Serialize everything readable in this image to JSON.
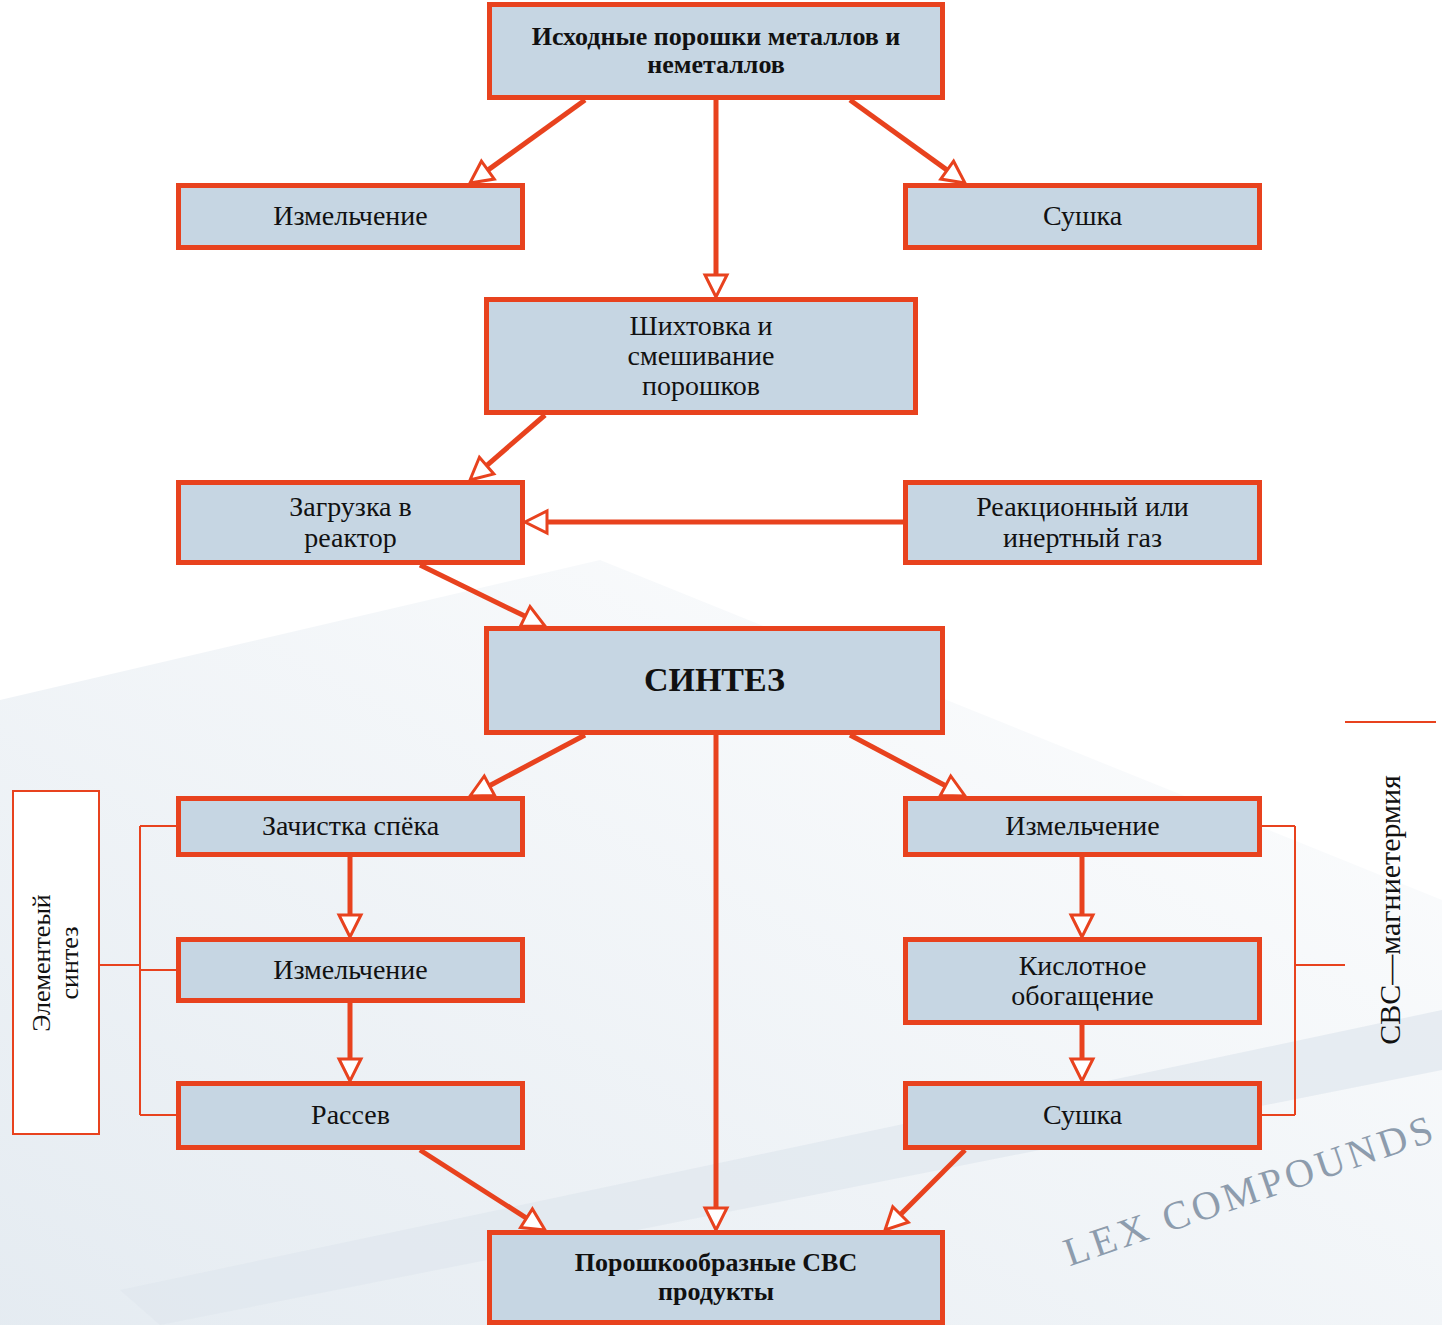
{
  "diagram": {
    "nodes": [
      {
        "text": [
          "Исходные порошки металлов и неметаллов"
        ]
      },
      {
        "text": [
          "Измельчение"
        ]
      },
      {
        "text": [
          "Сушка"
        ]
      },
      {
        "text": [
          "Шихтовка и смешивание порошков"
        ]
      },
      {
        "text": [
          "Загрузка в реактор"
        ]
      },
      {
        "text": [
          "Реакционный или инертный газ"
        ]
      },
      {
        "text": [
          "СИНТЕЗ"
        ]
      },
      {
        "text": [
          "Элементеый синтез"
        ]
      },
      {
        "text": [
          "Зачистка спёка"
        ]
      },
      {
        "text": [
          "Измельчение"
        ]
      },
      {
        "text": [
          "Измельчение"
        ]
      },
      {
        "text": [
          "Кислотное обогащение"
        ]
      },
      {
        "text": [
          "Рассев"
        ]
      },
      {
        "text": [
          "Сушка"
        ]
      },
      {
        "text": [
          "Порошкообразные СВС продукты"
        ]
      }
    ],
    "edges": [
      {
        "from": 0,
        "to": 1,
        "arrow": "to"
      },
      {
        "from": 0,
        "to": 3,
        "arrow": "to"
      },
      {
        "from": 0,
        "to": 2,
        "arrow": "to"
      },
      {
        "from": 3,
        "to": 4,
        "arrow": "to"
      },
      {
        "from": 5,
        "to": 4,
        "arrow": "to"
      },
      {
        "from": 4,
        "to": 6,
        "arrow": "to"
      },
      {
        "from": 6,
        "to": 8,
        "arrow": "to"
      },
      {
        "from": 6,
        "to": 14,
        "arrow": "to"
      },
      {
        "from": 6,
        "to": 9,
        "arrow": "to"
      },
      {
        "from": 8,
        "to": 10,
        "arrow": "to"
      },
      {
        "from": 10,
        "to": 12,
        "arrow": "to"
      },
      {
        "from": 12,
        "to": 14,
        "arrow": "to"
      },
      {
        "from": 9,
        "to": 11,
        "arrow": "to"
      },
      {
        "from": 11,
        "to": 13,
        "arrow": "to"
      },
      {
        "from": 13,
        "to": 14,
        "arrow": "to"
      }
    ],
    "labels": [
      "СВС—магниетермия",
      "LEX COMPOUNDS"
    ]
  }
}
